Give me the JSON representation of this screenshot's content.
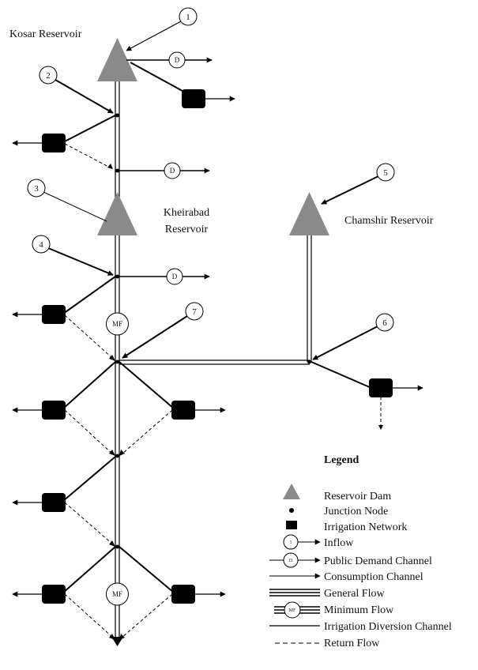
{
  "reservoirs": {
    "kosar": "Kosar Reservoir",
    "kheirabad_line1": "Kheirabad",
    "kheirabad_line2": "Reservoir",
    "chamshir": "Chamshir Reservoir"
  },
  "inflow_numbers": [
    "1",
    "2",
    "3",
    "4",
    "5",
    "6",
    "7"
  ],
  "demand_symbol": "D",
  "minimum_flow_symbol": "MF",
  "legend": {
    "title": "Legend",
    "items": [
      "Reservoir Dam",
      "Junction Node",
      "Irrigation Network",
      "Inflow",
      "Public Demand  Channel",
      "Consumption Channel",
      "General Flow",
      "Minimum Flow",
      "Irrigation Diversion Channel",
      "Return Flow"
    ],
    "inflow_symbol": "1",
    "demand_symbol": "D",
    "mf_symbol": "MF"
  },
  "colors": {
    "reservoir": "#8a8a8a",
    "network": "#000000",
    "line": "#000000"
  }
}
